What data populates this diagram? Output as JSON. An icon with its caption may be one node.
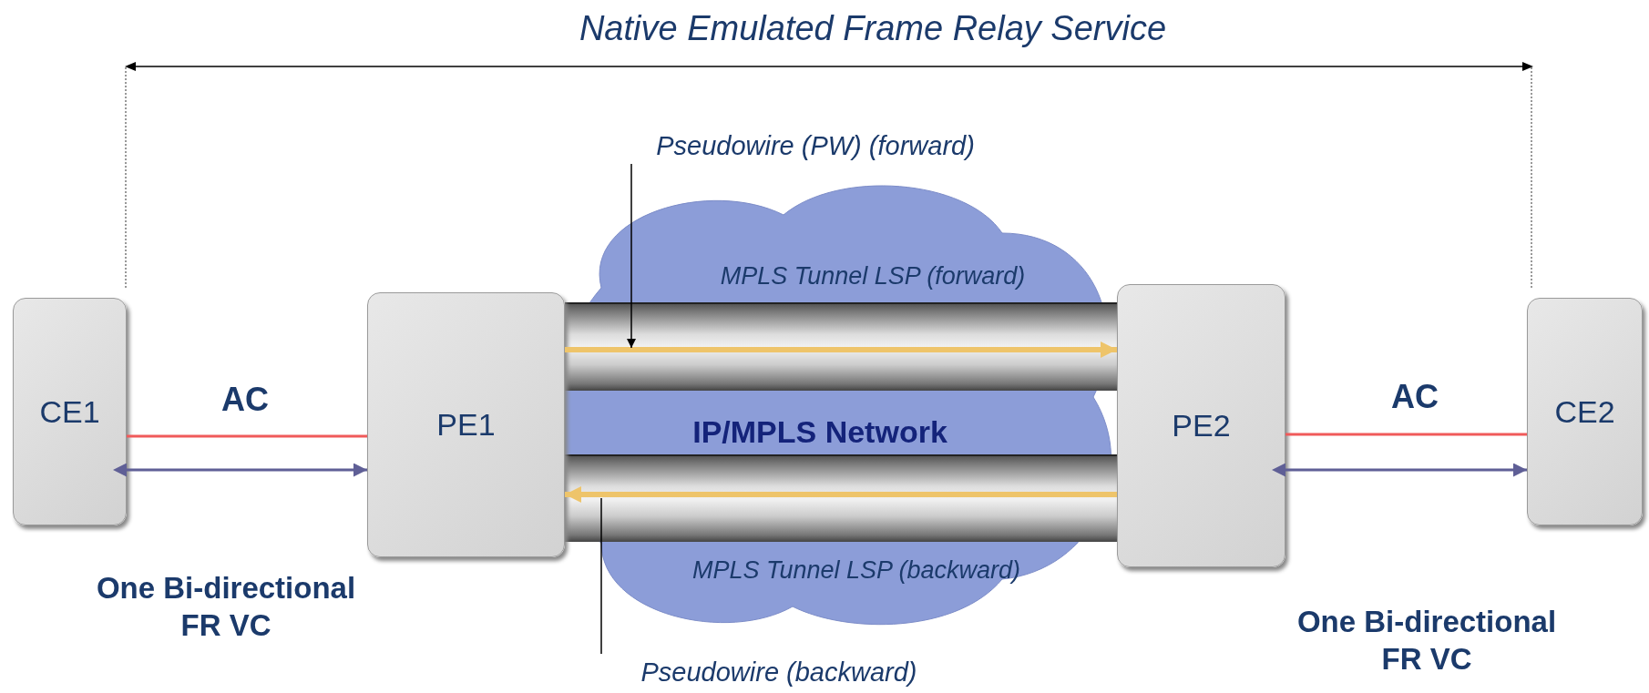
{
  "diagram": {
    "title": "Native Emulated Frame Relay Service",
    "nodes": [
      {
        "text": [
          "CE1"
        ]
      },
      {
        "text": [
          "PE1"
        ]
      },
      {
        "text": [
          "PE2"
        ]
      },
      {
        "text": [
          "CE2"
        ]
      },
      {
        "text": [
          "Pseudowire (PW) (forward)"
        ]
      },
      {
        "text": [
          "Pseudowire (backward)"
        ]
      }
    ],
    "edges": [
      {
        "from": 0,
        "to": 1,
        "arrow": "none",
        "color": "#f05a5a"
      },
      {
        "from": 0,
        "to": 1,
        "arrow": "both",
        "color": "#5f5f96"
      },
      {
        "from": 1,
        "to": 2,
        "arrow": "to",
        "style": "thick",
        "color": "#eec46a"
      },
      {
        "from": 2,
        "to": 1,
        "arrow": "to",
        "style": "thick",
        "color": "#eec46a"
      },
      {
        "from": 2,
        "to": 3,
        "arrow": "none",
        "color": "#f05a5a"
      },
      {
        "from": 2,
        "to": 3,
        "arrow": "both",
        "color": "#5f5f96"
      },
      {
        "from": 4,
        "to": null,
        "arrow": "to",
        "color": "#000000"
      },
      {
        "from": 5,
        "to": null,
        "arrow": "none",
        "color": "#000000"
      }
    ],
    "labels": [
      "MPLS Tunnel LSP (forward)",
      "AC",
      "AC",
      "IP/MPLS Network",
      "One Bi-directional FR VC",
      "MPLS Tunnel LSP (backward)",
      "One Bi-directional FR VC"
    ]
  }
}
